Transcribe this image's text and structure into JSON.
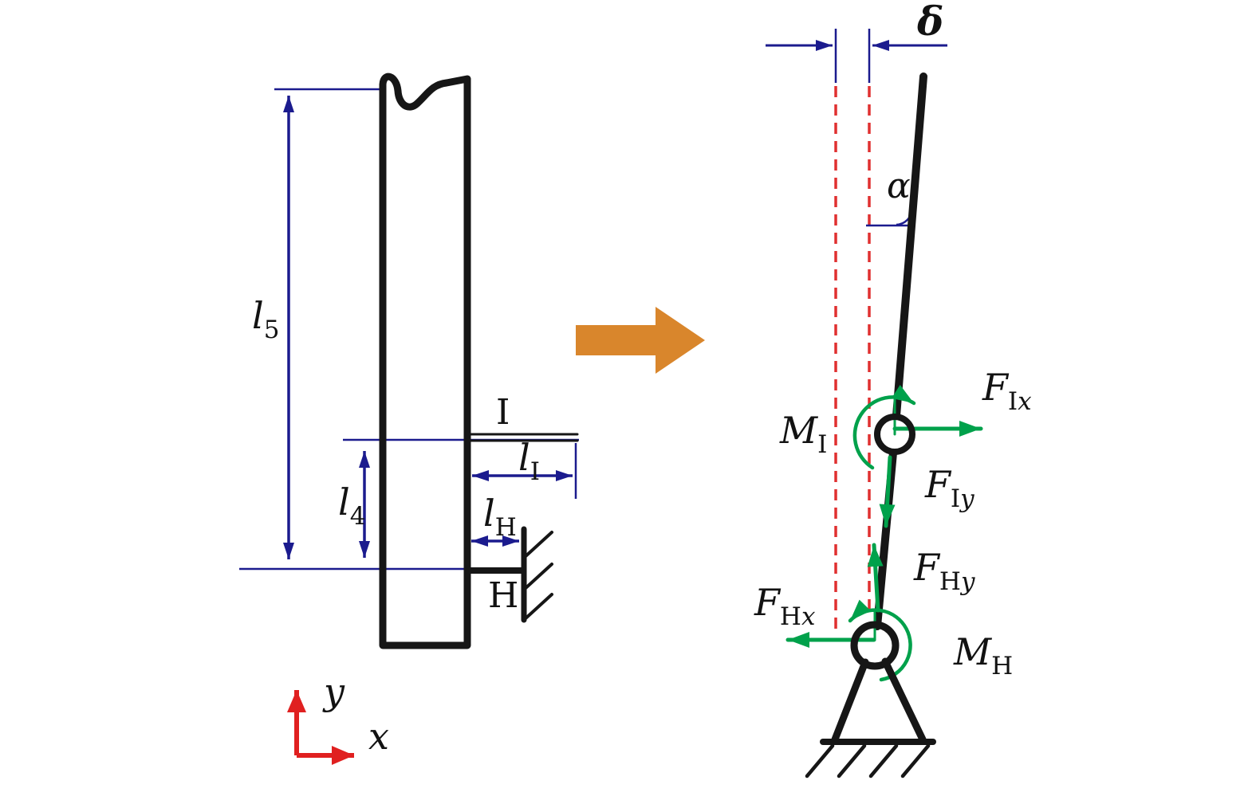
{
  "diagram": {
    "left": {
      "l5": {
        "base": "l",
        "sub": "5"
      },
      "l4": {
        "base": "l",
        "sub": "4"
      },
      "lI": {
        "base": "l",
        "sub": "I"
      },
      "lH": {
        "base": "l",
        "sub": "H"
      },
      "point_I": "I",
      "point_H": "H",
      "axis_x": "x",
      "axis_y": "y"
    },
    "right": {
      "delta": "δ",
      "alpha": "α",
      "M_I": {
        "base": "M",
        "sub": "I"
      },
      "M_H": {
        "base": "M",
        "sub": "H"
      },
      "F_Ix": {
        "base": "F",
        "sub": "I",
        "subvar": "x"
      },
      "F_Iy": {
        "base": "F",
        "sub": "I",
        "subvar": "y"
      },
      "F_Hx": {
        "base": "F",
        "sub": "H",
        "subvar": "x"
      },
      "F_Hy": {
        "base": "F",
        "sub": "H",
        "subvar": "y"
      }
    },
    "colors": {
      "structure_black": "#161616",
      "dimension_blue": "#1b1b8e",
      "deflection_dashed_red": "#e03030",
      "force_green": "#00a14b",
      "axis_red": "#e02020",
      "transform_arrow_orange": "#d9862c"
    }
  }
}
